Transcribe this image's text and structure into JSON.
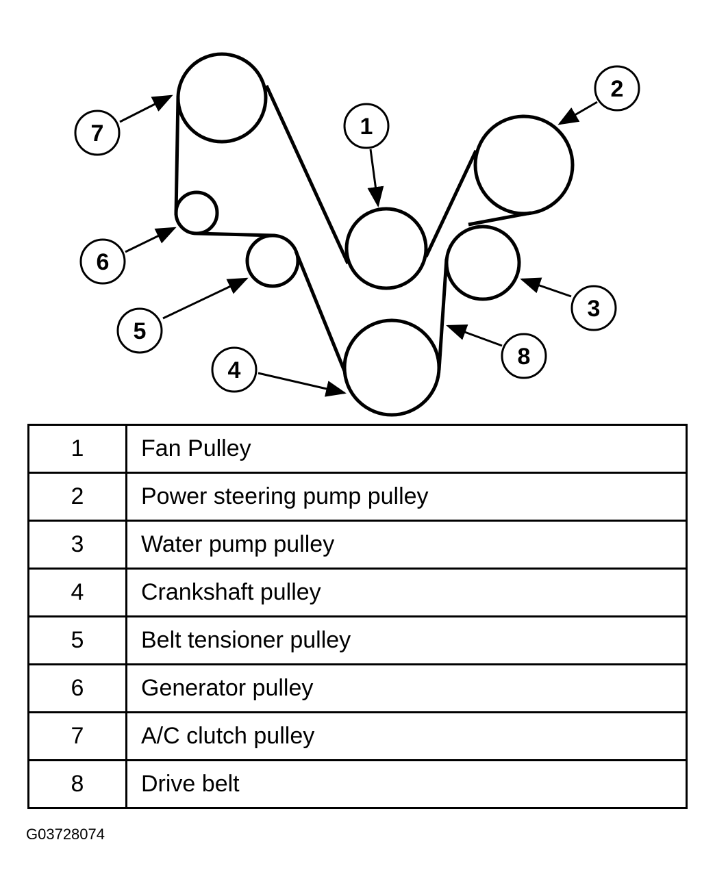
{
  "callouts": [
    "1",
    "2",
    "3",
    "4",
    "5",
    "6",
    "7",
    "8"
  ],
  "legend": {
    "rows": [
      {
        "number": "1",
        "label": "Fan Pulley"
      },
      {
        "number": "2",
        "label": "Power steering pump pulley"
      },
      {
        "number": "3",
        "label": "Water pump pulley"
      },
      {
        "number": "4",
        "label": "Crankshaft pulley"
      },
      {
        "number": "5",
        "label": "Belt tensioner pulley"
      },
      {
        "number": "6",
        "label": "Generator pulley"
      },
      {
        "number": "7",
        "label": "A/C clutch pulley"
      },
      {
        "number": "8",
        "label": "Drive belt"
      }
    ]
  },
  "figure_id": "G03728074"
}
